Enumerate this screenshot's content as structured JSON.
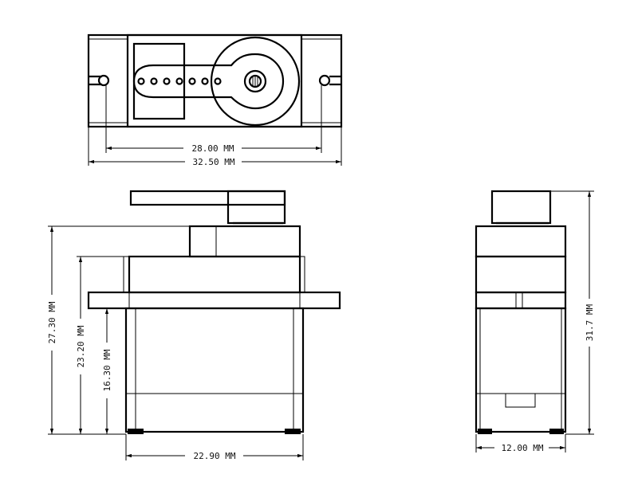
{
  "dimensions": {
    "top_inner_width": "28.00 MM",
    "top_outer_width": "32.50 MM",
    "front_total_height": "27.30 MM",
    "front_case_height": "23.20 MM",
    "front_body_height": "16.30 MM",
    "front_body_width": "22.90 MM",
    "side_total_height": "31.7 MM",
    "side_width": "12.00 MM"
  }
}
